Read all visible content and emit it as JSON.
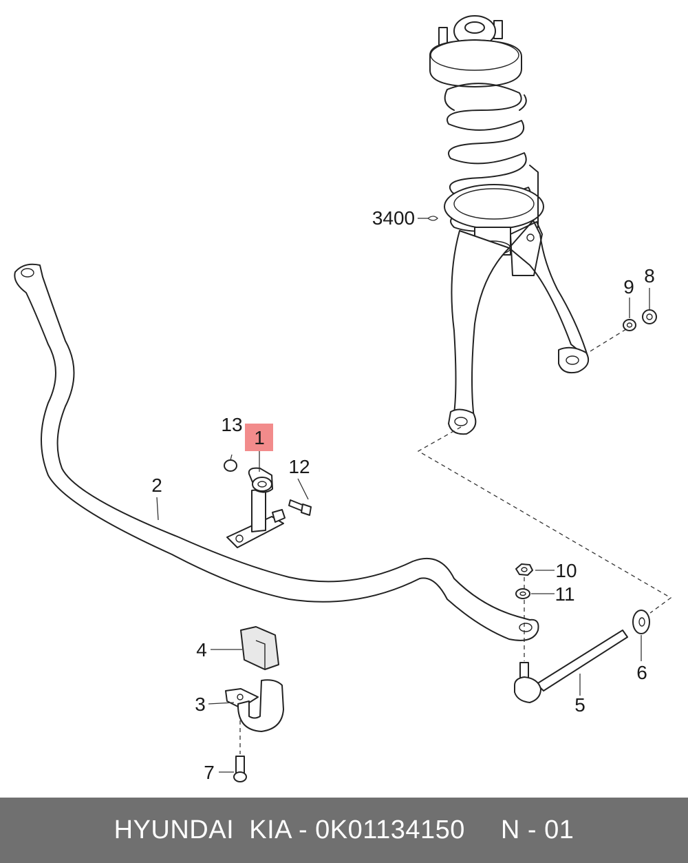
{
  "callouts": {
    "p1": "1",
    "p2": "2",
    "p3": "3",
    "p4": "4",
    "p5": "5",
    "p6": "6",
    "p7": "7",
    "p8": "8",
    "p9": "9",
    "p10": "10",
    "p11": "11",
    "p12": "12",
    "p13": "13",
    "p3400": "3400"
  },
  "highlight_color": "#f28b8b",
  "footer": {
    "brand": "HYUNDAI  KIA - 0K01134150",
    "code": "N - 01"
  }
}
